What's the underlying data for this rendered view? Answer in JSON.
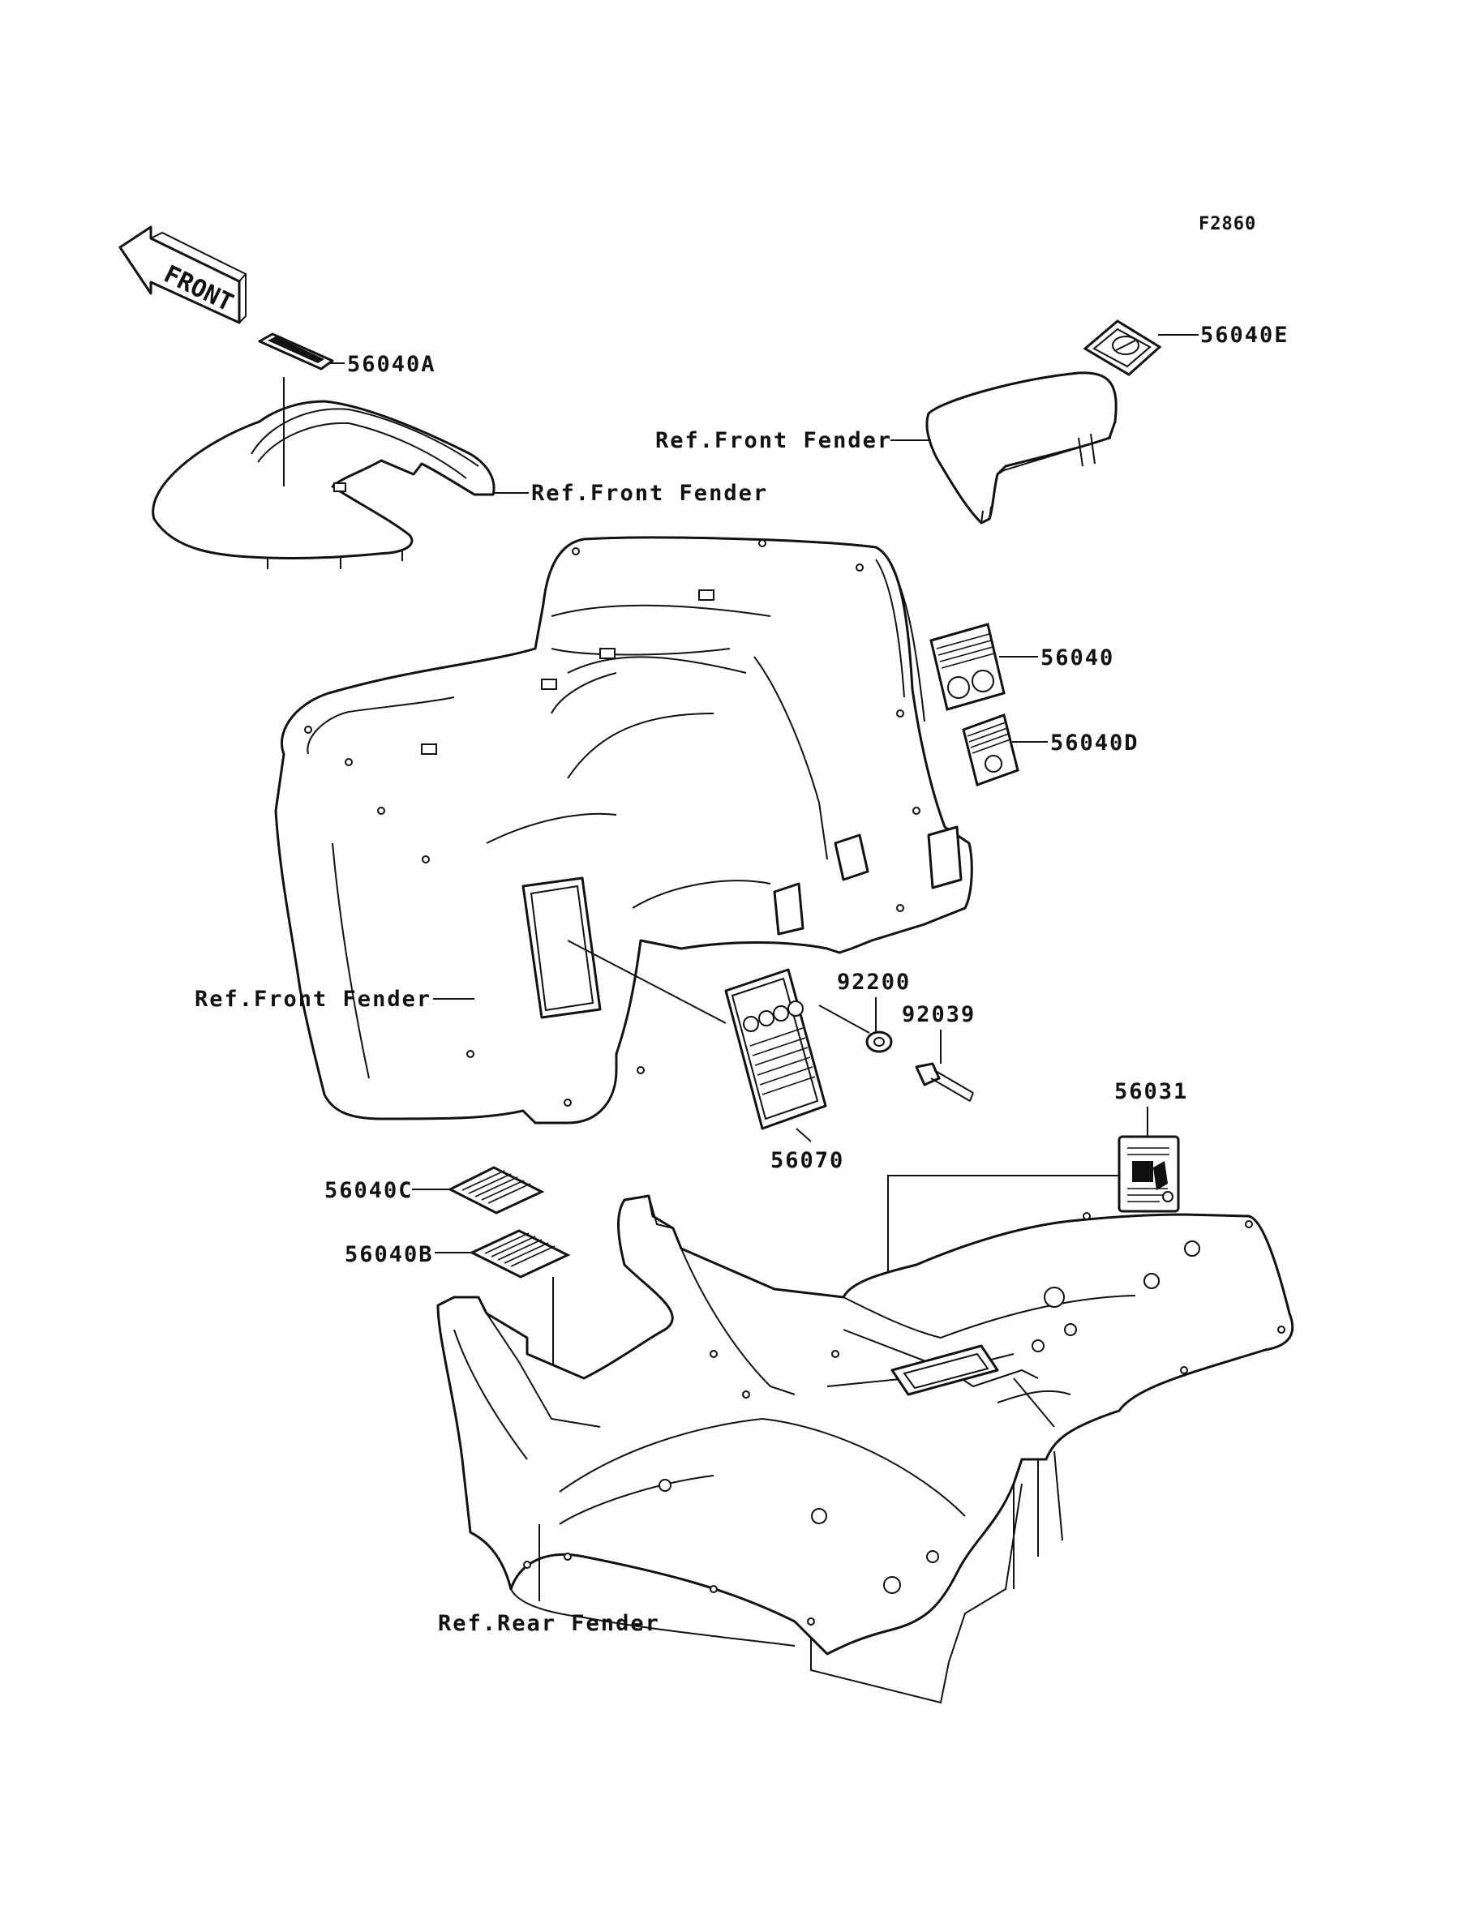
{
  "figure_code": "F2860",
  "front_arrow": {
    "text": "FRONT"
  },
  "labels": {
    "p56040A": "56040A",
    "p56040E": "56040E",
    "p56040": "56040",
    "p56040D": "56040D",
    "p92200": "92200",
    "p92039": "92039",
    "p56070": "56070",
    "p56031": "56031",
    "p56040C": "56040C",
    "p56040B": "56040B"
  },
  "refs": {
    "front_fender_1": "Ref.Front Fender",
    "front_fender_2": "Ref.Front Fender",
    "front_fender_3": "Ref.Front Fender",
    "rear_fender": "Ref.Rear Fender"
  },
  "colors": {
    "line": "#111111",
    "background": "#ffffff"
  }
}
